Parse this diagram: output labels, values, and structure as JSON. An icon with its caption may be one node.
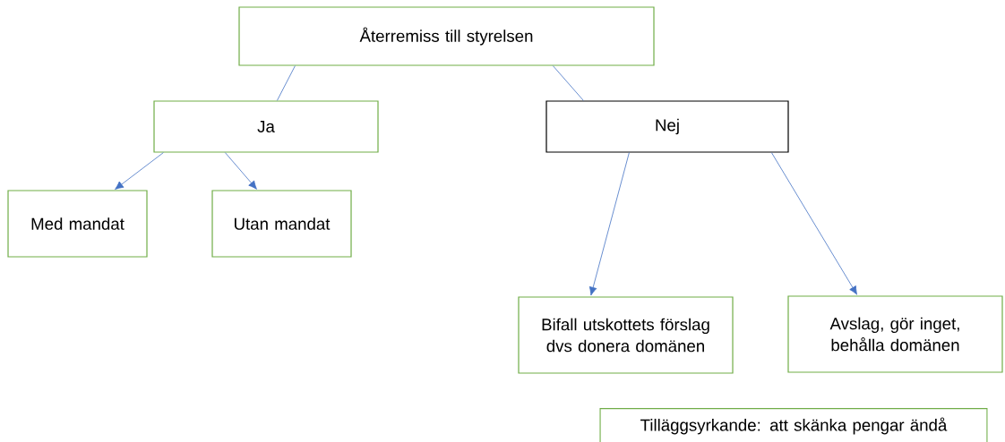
{
  "diagram": {
    "nodes": [
      {
        "text": [
          "Återremiss till styrelsen"
        ]
      },
      {
        "text": [
          "Ja"
        ]
      },
      {
        "text": [
          "Nej"
        ]
      },
      {
        "text": [
          "Med mandat"
        ]
      },
      {
        "text": [
          "Utan mandat"
        ]
      },
      {
        "text": [
          "Bifall utskottets förslag dvs donera domänen"
        ]
      },
      {
        "text": [
          "Avslag, gör inget, behålla domänen"
        ]
      },
      {
        "text": [
          "Tilläggsyrkande: att skänka pengar ändå"
        ]
      }
    ],
    "edges": [
      {
        "from": 0,
        "to": 1,
        "arrow": "none"
      },
      {
        "from": 0,
        "to": 2,
        "arrow": "none"
      },
      {
        "from": 1,
        "to": 3,
        "arrow": "to"
      },
      {
        "from": 1,
        "to": 4,
        "arrow": "to"
      },
      {
        "from": 2,
        "to": 5,
        "arrow": "to"
      },
      {
        "from": 2,
        "to": 6,
        "arrow": "to"
      }
    ]
  }
}
